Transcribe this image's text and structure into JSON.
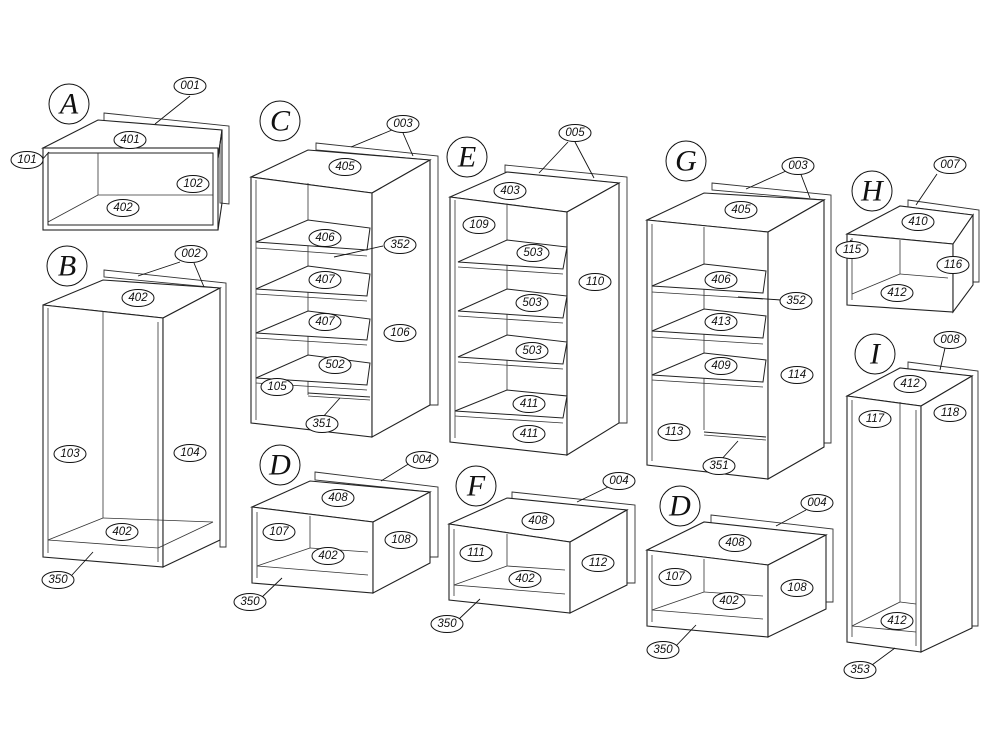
{
  "modules": [
    {
      "letter": "A"
    },
    {
      "letter": "B"
    },
    {
      "letter": "C"
    },
    {
      "letter": "D"
    },
    {
      "letter": "E"
    },
    {
      "letter": "F"
    },
    {
      "letter": "G"
    },
    {
      "letter": "D"
    },
    {
      "letter": "H"
    },
    {
      "letter": "I"
    }
  ],
  "labels": [
    "001",
    "401",
    "101",
    "102",
    "402",
    "002",
    "402",
    "103",
    "104",
    "402",
    "350",
    "003",
    "405",
    "406",
    "352",
    "407",
    "407",
    "106",
    "502",
    "105",
    "351",
    "004",
    "408",
    "107",
    "108",
    "402",
    "350",
    "005",
    "403",
    "109",
    "503",
    "110",
    "503",
    "503",
    "411",
    "411",
    "004",
    "408",
    "111",
    "112",
    "402",
    "350",
    "003",
    "405",
    "406",
    "352",
    "413",
    "409",
    "114",
    "113",
    "351",
    "004",
    "408",
    "107",
    "108",
    "402",
    "350",
    "007",
    "410",
    "115",
    "116",
    "412",
    "008",
    "412",
    "117",
    "118",
    "412",
    "353"
  ]
}
